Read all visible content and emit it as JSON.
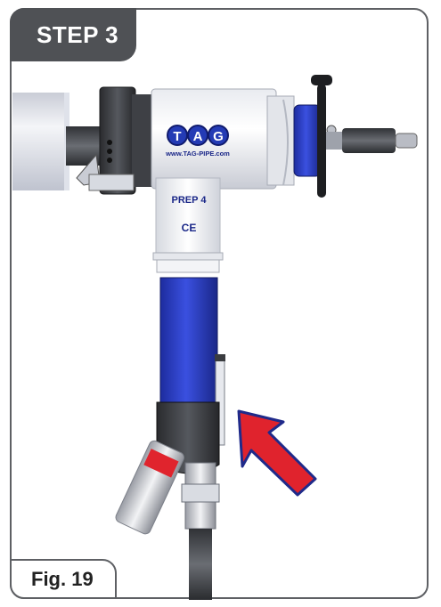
{
  "header": {
    "step_label": "STEP 3"
  },
  "figure": {
    "label": "Fig. 19"
  },
  "machine": {
    "brand_letters": [
      "T",
      "A",
      "G"
    ],
    "website": "www.TAG-PIPE.com",
    "model": "PREP 4",
    "mark": "CE"
  },
  "colors": {
    "tab_bg": "#4f5155",
    "frame_border": "#5e6064",
    "motor_blue": "#2c3fc8",
    "arrow_red": "#e0232d",
    "arrow_outline": "#1f2a8a"
  }
}
